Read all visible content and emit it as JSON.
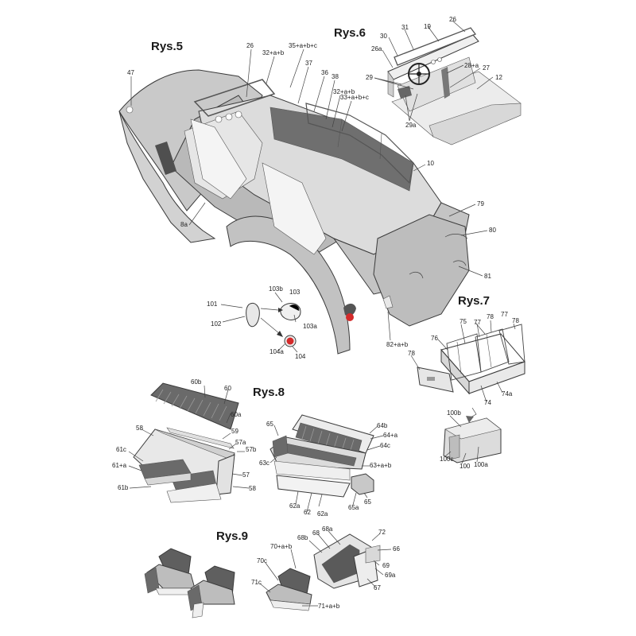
{
  "sections": [
    {
      "id": "rys5",
      "title": "Rys.5"
    },
    {
      "id": "rys6",
      "title": "Rys.6"
    },
    {
      "id": "rys7",
      "title": "Rys.7"
    },
    {
      "id": "rys8",
      "title": "Rys.8"
    },
    {
      "id": "rys9",
      "title": "Rys.9"
    }
  ],
  "labels": {
    "rys5": [
      "47",
      "26",
      "32+a+b",
      "35+a+b+c",
      "37",
      "36",
      "38",
      "32+a+b",
      "33+a+b+c",
      "10",
      "8a",
      "79",
      "80",
      "81",
      "103b",
      "103",
      "101",
      "102",
      "103a",
      "104a",
      "104",
      "82+a+b"
    ],
    "rys6": [
      "31",
      "19",
      "26",
      "30",
      "26a",
      "28+a",
      "27",
      "29",
      "12",
      "29a"
    ],
    "rys7": [
      "75",
      "77",
      "78",
      "78",
      "76",
      "77",
      "78",
      "74a",
      "74",
      "100b",
      "100c",
      "100",
      "100a"
    ],
    "rys8": [
      "60b",
      "60",
      "60a",
      "59",
      "58",
      "57a",
      "57b",
      "61c",
      "61+a",
      "57",
      "61b",
      "58",
      "65",
      "64b",
      "64+a",
      "64c",
      "63c",
      "63+a+b",
      "62a",
      "62",
      "62a",
      "65a",
      "65"
    ],
    "rys9": [
      "68b",
      "68",
      "68a",
      "72",
      "70+a+b",
      "66",
      "70c",
      "69",
      "69a",
      "71c",
      "67",
      "71+a+b"
    ]
  },
  "colors": {
    "body_gray": "#c8c8c8",
    "light_gray": "#e4e4e4",
    "dark_gray": "#7a7a7a",
    "seat_dark": "#555555",
    "accent_red": "#d42a2a"
  }
}
